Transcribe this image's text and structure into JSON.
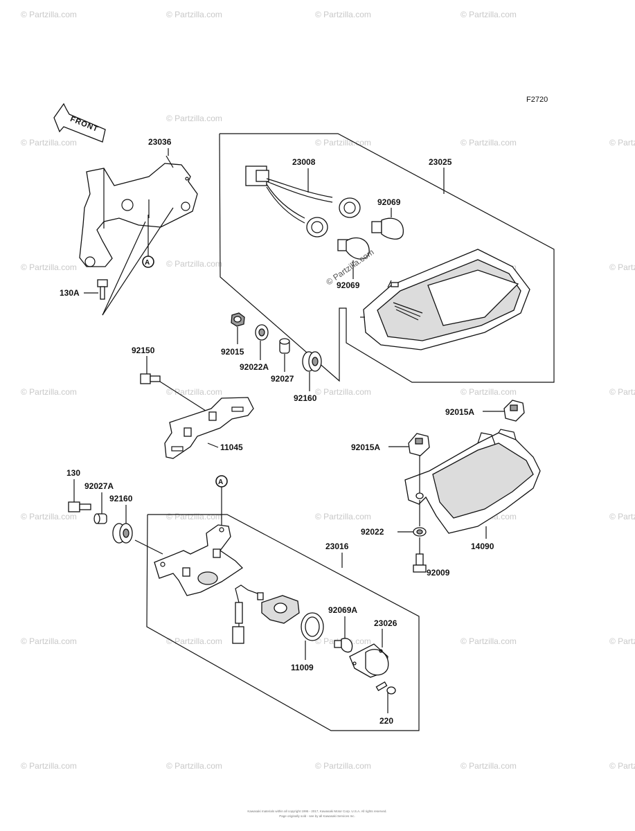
{
  "figure_code": "F2720",
  "front_label": "FRONT",
  "callout_letter": "A",
  "watermark": "© Partzilla.com",
  "overlay_watermark": "© Partzilla.com",
  "copyright": "Kawasaki materials within all copyright 1995 - 2017, Kawasaki Motor Corp. U.S.A. All rights reserved.",
  "copyright_line2": "Page originally sold - see by all Kawasaki Services Inc.",
  "parts": {
    "p23036": "23036",
    "p130A": "130A",
    "p23008": "23008",
    "p23025": "23025",
    "p92069a": "92069",
    "p92069b": "92069",
    "p92015": "92015",
    "p92022A": "92022A",
    "p92027": "92027",
    "p92150": "92150",
    "p92160a": "92160",
    "p11045": "11045",
    "p92015A1": "92015A",
    "p92015A2": "92015A",
    "p130": "130",
    "p92027A": "92027A",
    "p92160b": "92160",
    "p92022": "92022",
    "p14090": "14090",
    "p92009": "92009",
    "p23016": "23016",
    "p92069A": "92069A",
    "p23026": "23026",
    "p11009": "11009",
    "p220": "220"
  }
}
